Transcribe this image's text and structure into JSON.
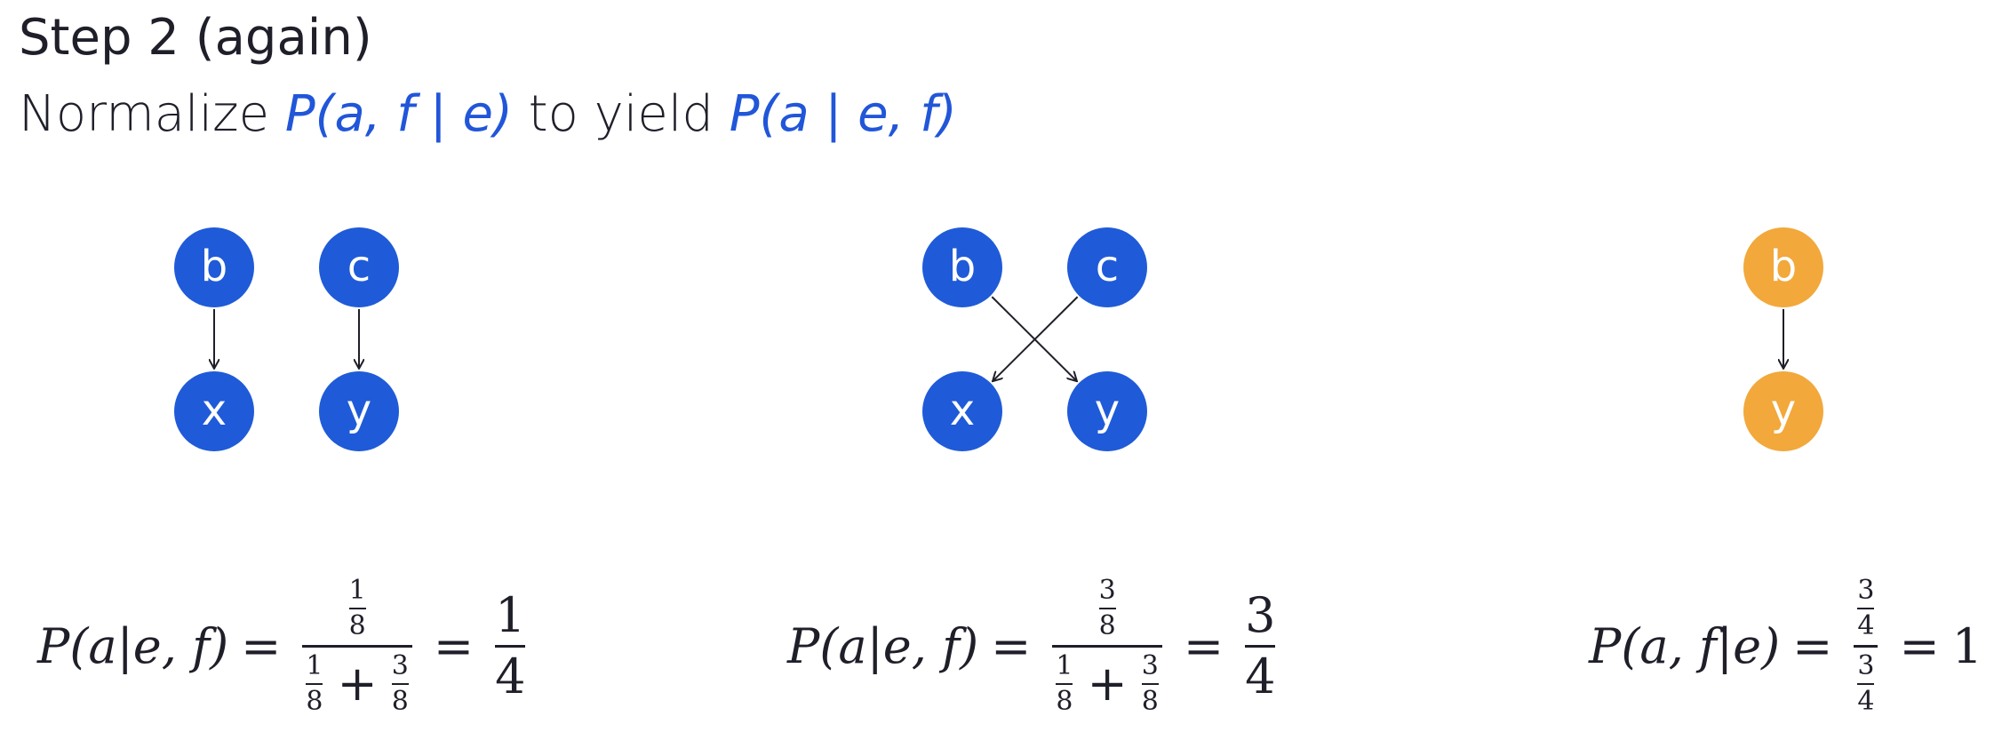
{
  "slide": {
    "title": "Step 2 (again)",
    "subtitle": {
      "prefix": "Normalize ",
      "expr1": "P(a, f | e)",
      "middle": " to yield ",
      "expr2": "P(a | e, f)"
    }
  },
  "colors": {
    "blue": "#1f5bd8",
    "orange": "#f2a83b",
    "edge": "#1f1f2a"
  },
  "graphs": [
    {
      "name": "graph-left",
      "nodes": [
        {
          "id": "b",
          "label": "b",
          "color": "blue"
        },
        {
          "id": "c",
          "label": "c",
          "color": "blue"
        },
        {
          "id": "x",
          "label": "x",
          "color": "blue"
        },
        {
          "id": "y",
          "label": "y",
          "color": "blue"
        }
      ],
      "edges": [
        [
          "b",
          "x"
        ],
        [
          "c",
          "y"
        ]
      ]
    },
    {
      "name": "graph-middle",
      "nodes": [
        {
          "id": "b",
          "label": "b",
          "color": "blue"
        },
        {
          "id": "c",
          "label": "c",
          "color": "blue"
        },
        {
          "id": "x",
          "label": "x",
          "color": "blue"
        },
        {
          "id": "y",
          "label": "y",
          "color": "blue"
        }
      ],
      "edges": [
        [
          "b",
          "y"
        ],
        [
          "c",
          "x"
        ]
      ]
    },
    {
      "name": "graph-right",
      "nodes": [
        {
          "id": "b",
          "label": "b",
          "color": "orange"
        },
        {
          "id": "y",
          "label": "y",
          "color": "orange"
        }
      ],
      "edges": [
        [
          "b",
          "y"
        ]
      ]
    }
  ],
  "equations": {
    "left": {
      "lhs": "P(a|e, f)",
      "eq": "=",
      "num": {
        "n": "1",
        "d": "8"
      },
      "den1": {
        "n": "1",
        "d": "8"
      },
      "plus": "+",
      "den2": {
        "n": "3",
        "d": "8"
      },
      "result": {
        "n": "1",
        "d": "4"
      }
    },
    "middle": {
      "lhs": "P(a|e, f)",
      "eq": "=",
      "num": {
        "n": "3",
        "d": "8"
      },
      "den1": {
        "n": "1",
        "d": "8"
      },
      "plus": "+",
      "den2": {
        "n": "3",
        "d": "8"
      },
      "result": {
        "n": "3",
        "d": "4"
      }
    },
    "right": {
      "lhs": "P(a, f|e)",
      "eq": "=",
      "num": {
        "n": "3",
        "d": "4"
      },
      "den": {
        "n": "3",
        "d": "4"
      },
      "result": "1"
    }
  }
}
